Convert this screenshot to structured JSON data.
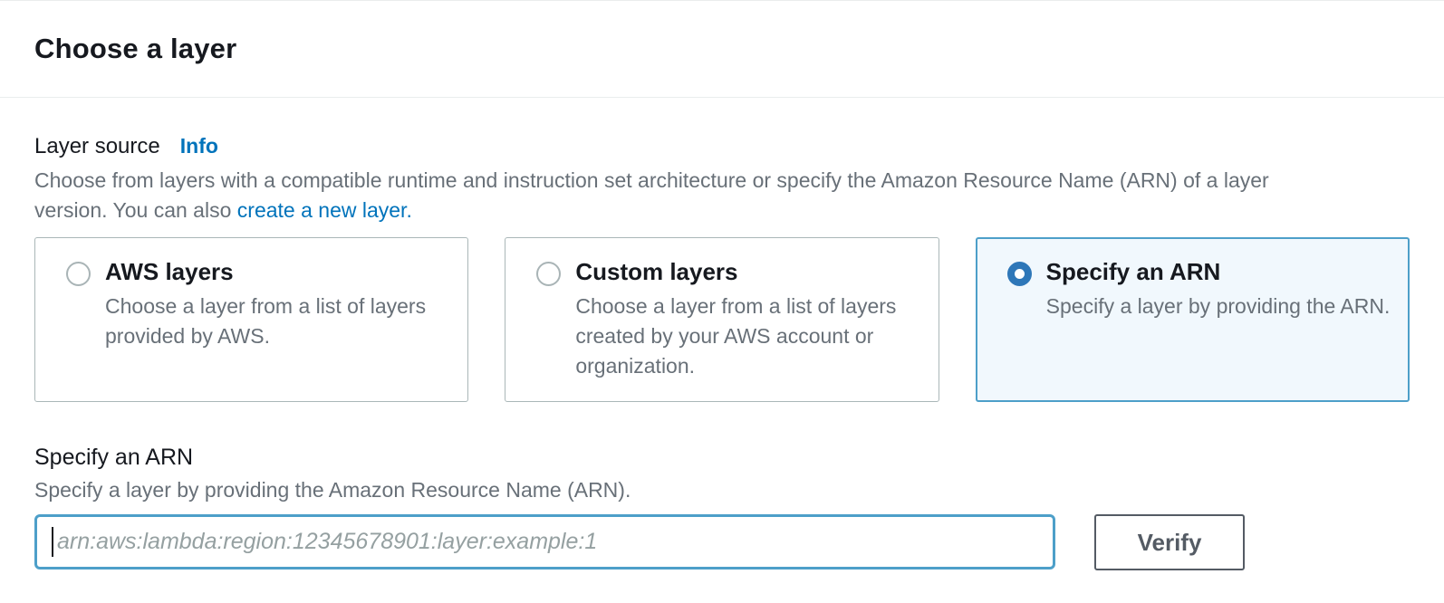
{
  "header": {
    "title": "Choose a layer"
  },
  "layer_source": {
    "label": "Layer source",
    "info_label": "Info",
    "description_line1": "Choose from layers with a compatible runtime and instruction set architecture or specify the Amazon Resource Name (ARN) of a layer",
    "description_line2_prefix": "version. You can also ",
    "description_line2_link": "create a new layer."
  },
  "cards": [
    {
      "title": "AWS layers",
      "description": "Choose a layer from a list of layers provided by AWS.",
      "selected": false
    },
    {
      "title": "Custom layers",
      "description": "Choose a layer from a list of layers created by your AWS account or organization.",
      "selected": false
    },
    {
      "title": "Specify an ARN",
      "description": "Specify a layer by providing the ARN.",
      "selected": true
    }
  ],
  "arn_section": {
    "label": "Specify an ARN",
    "description": "Specify a layer by providing the Amazon Resource Name (ARN).",
    "input_placeholder": "arn:aws:lambda:region:12345678901:layer:example:1",
    "input_value": "",
    "verify_label": "Verify"
  },
  "colors": {
    "accent_link": "#0073bb",
    "selected_border": "#4d9fc9",
    "selected_background": "#f1f8fd",
    "radio_checked": "#2e77b8",
    "card_border": "#aab7b8",
    "muted_text": "#687078",
    "dark_text": "#16191f",
    "button_border": "#545b64"
  }
}
